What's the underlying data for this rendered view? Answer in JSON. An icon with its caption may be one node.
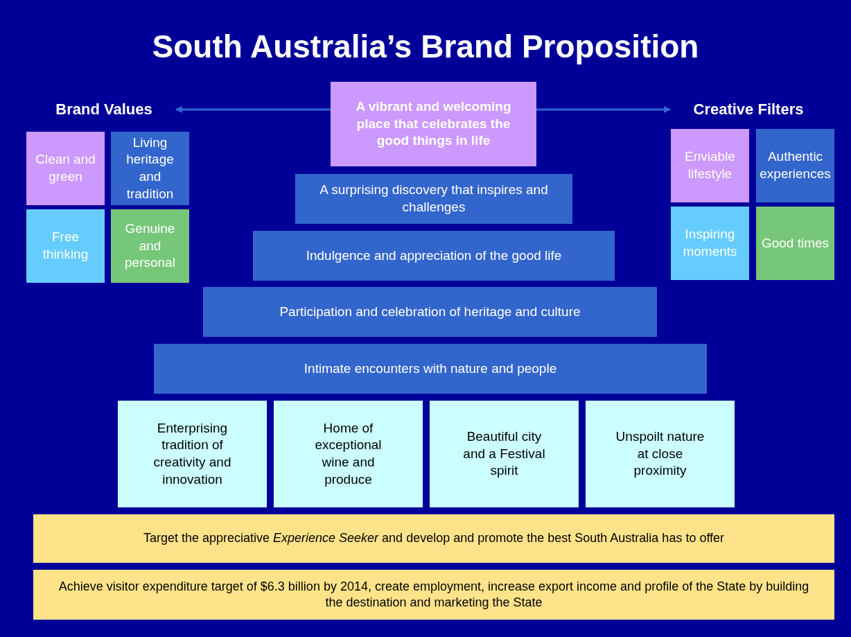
{
  "diagram": {
    "title": "South Australia’s Brand Proposition",
    "nodes": [
      {
        "text": [
          "Brand Values"
        ]
      },
      {
        "text": [
          "A vibrant and welcoming place that celebrates the good things in life"
        ]
      },
      {
        "text": [
          "Creative Filters"
        ]
      },
      {
        "text": [
          "Clean and green"
        ]
      },
      {
        "text": [
          "Living heritage and tradition"
        ]
      },
      {
        "text": [
          "Free thinking"
        ]
      },
      {
        "text": [
          "Genuine and personal"
        ]
      },
      {
        "text": [
          "Enviable lifestyle"
        ]
      },
      {
        "text": [
          "Authentic experiences"
        ]
      },
      {
        "text": [
          "Inspiring moments"
        ]
      },
      {
        "text": [
          "Good times"
        ]
      },
      {
        "text": [
          "A surprising discovery that inspires and challenges"
        ]
      },
      {
        "text": [
          "Indulgence and appreciation of the good life"
        ]
      },
      {
        "text": [
          "Participation and celebration of heritage and culture"
        ]
      },
      {
        "text": [
          "Intimate encounters with nature and people"
        ]
      },
      {
        "text": [
          "Enterprising tradition of creativity and innovation"
        ]
      },
      {
        "text": [
          "Home of exceptional wine and produce"
        ]
      },
      {
        "text": [
          "Beautiful city and a Festival spirit"
        ]
      },
      {
        "text": [
          "Unspoilt nature at close proximity"
        ]
      },
      {
        "text": [
          "Target the appreciative *Experience Seeker* and develop and promote the best South Australia has to offer"
        ]
      },
      {
        "text": [
          "Achieve visitor expenditure target of  $6.3 billion by 2014, create employment, increase export income and profile of the State by building the destination and marketing the State"
        ]
      }
    ],
    "edges": [
      {
        "from": 1,
        "to": 0,
        "arrow": "to"
      },
      {
        "from": 1,
        "to": 2,
        "arrow": "to"
      }
    ]
  }
}
